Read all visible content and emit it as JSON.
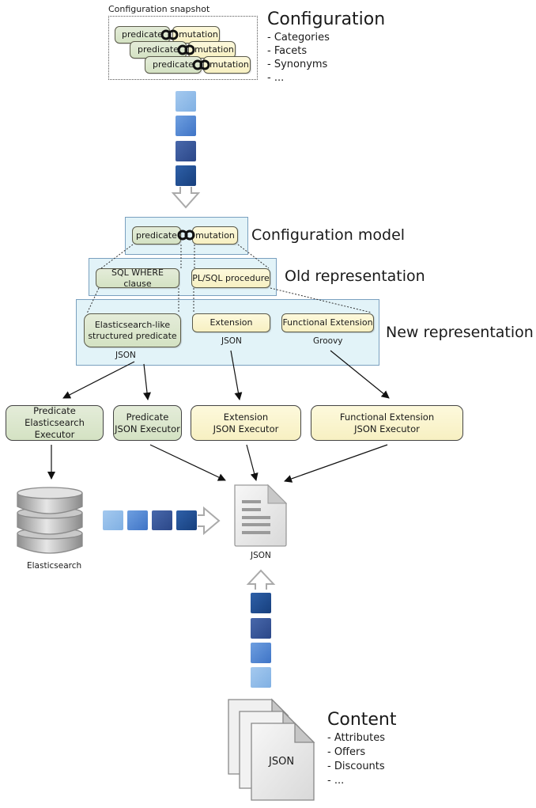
{
  "configuration": {
    "snapshot_label": "Configuration snapshot",
    "title": "Configuration",
    "items": [
      "- Categories",
      "- Facets",
      "- Synonyms",
      "- ..."
    ],
    "pairs": [
      {
        "predicate": "predicate",
        "mutation": "mutation"
      },
      {
        "predicate": "predicate",
        "mutation": "mutation"
      },
      {
        "predicate": "predicate",
        "mutation": "mutation"
      }
    ]
  },
  "configuration_model": {
    "title": "Configuration model",
    "predicate": "predicate",
    "mutation": "mutation"
  },
  "old_representation": {
    "title": "Old representation",
    "sql_where": "SQL WHERE clause",
    "plsql": "PL/SQL procedure"
  },
  "new_representation": {
    "title": "New representation",
    "structured_predicate_line1": "Elasticsearch-like",
    "structured_predicate_line2": "structured predicate",
    "structured_predicate_format": "JSON",
    "extension": "Extension",
    "extension_format": "JSON",
    "functional_extension": "Functional Extension",
    "functional_extension_format": "Groovy"
  },
  "executors": [
    {
      "line1": "Predicate",
      "line2": "Elasticsearch Executor",
      "color": "green"
    },
    {
      "line1": "Predicate",
      "line2": "JSON Executor",
      "color": "green"
    },
    {
      "line1": "Extension",
      "line2": "JSON Executor",
      "color": "yellow"
    },
    {
      "line1": "Functional Extension",
      "line2": "JSON Executor",
      "color": "yellow"
    }
  ],
  "elasticsearch_label": "Elasticsearch",
  "output_document_label": "JSON",
  "content": {
    "title": "Content",
    "document_label": "JSON",
    "items": [
      "- Attributes",
      "- Offers",
      "- Discounts",
      "- ..."
    ]
  },
  "colors": {
    "green_fill": "#dce7cf",
    "yellow_fill": "#faf4cf",
    "panel_fill": "#e2f3f8",
    "panel_border": "#7aa0bf",
    "queue_blocks": [
      "#8fbbe8",
      "#4f86d4",
      "#34559a",
      "#1f4c8e"
    ]
  }
}
